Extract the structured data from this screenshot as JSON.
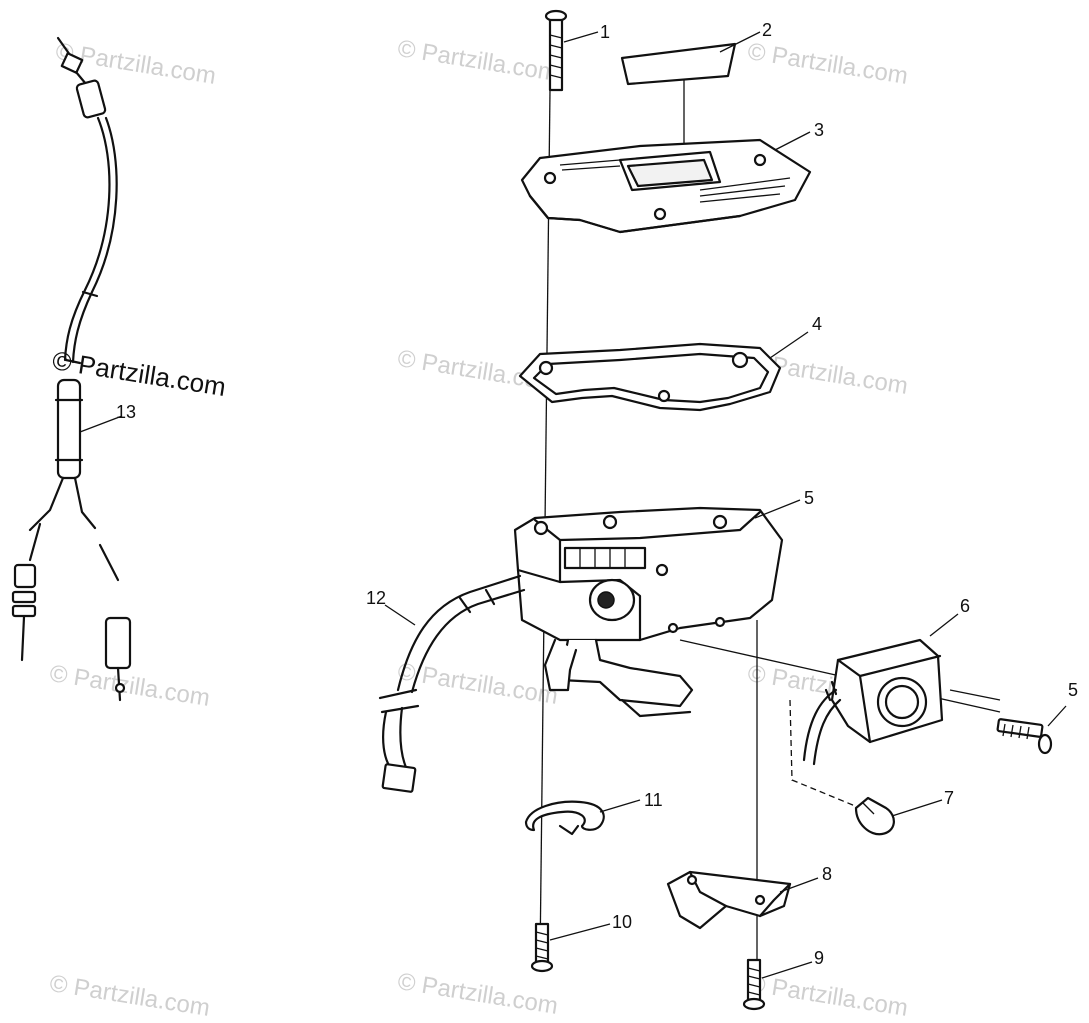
{
  "watermark": {
    "text": "© Partzilla.com",
    "primary_text": "© Partzilla.com"
  },
  "callouts": [
    "1",
    "2",
    "3",
    "4",
    "5",
    "6",
    "5",
    "7",
    "8",
    "9",
    "10",
    "11",
    "12",
    "13"
  ],
  "colors": {
    "line": "#111111",
    "watermark": "#cfcfcf",
    "background": "#ffffff"
  }
}
